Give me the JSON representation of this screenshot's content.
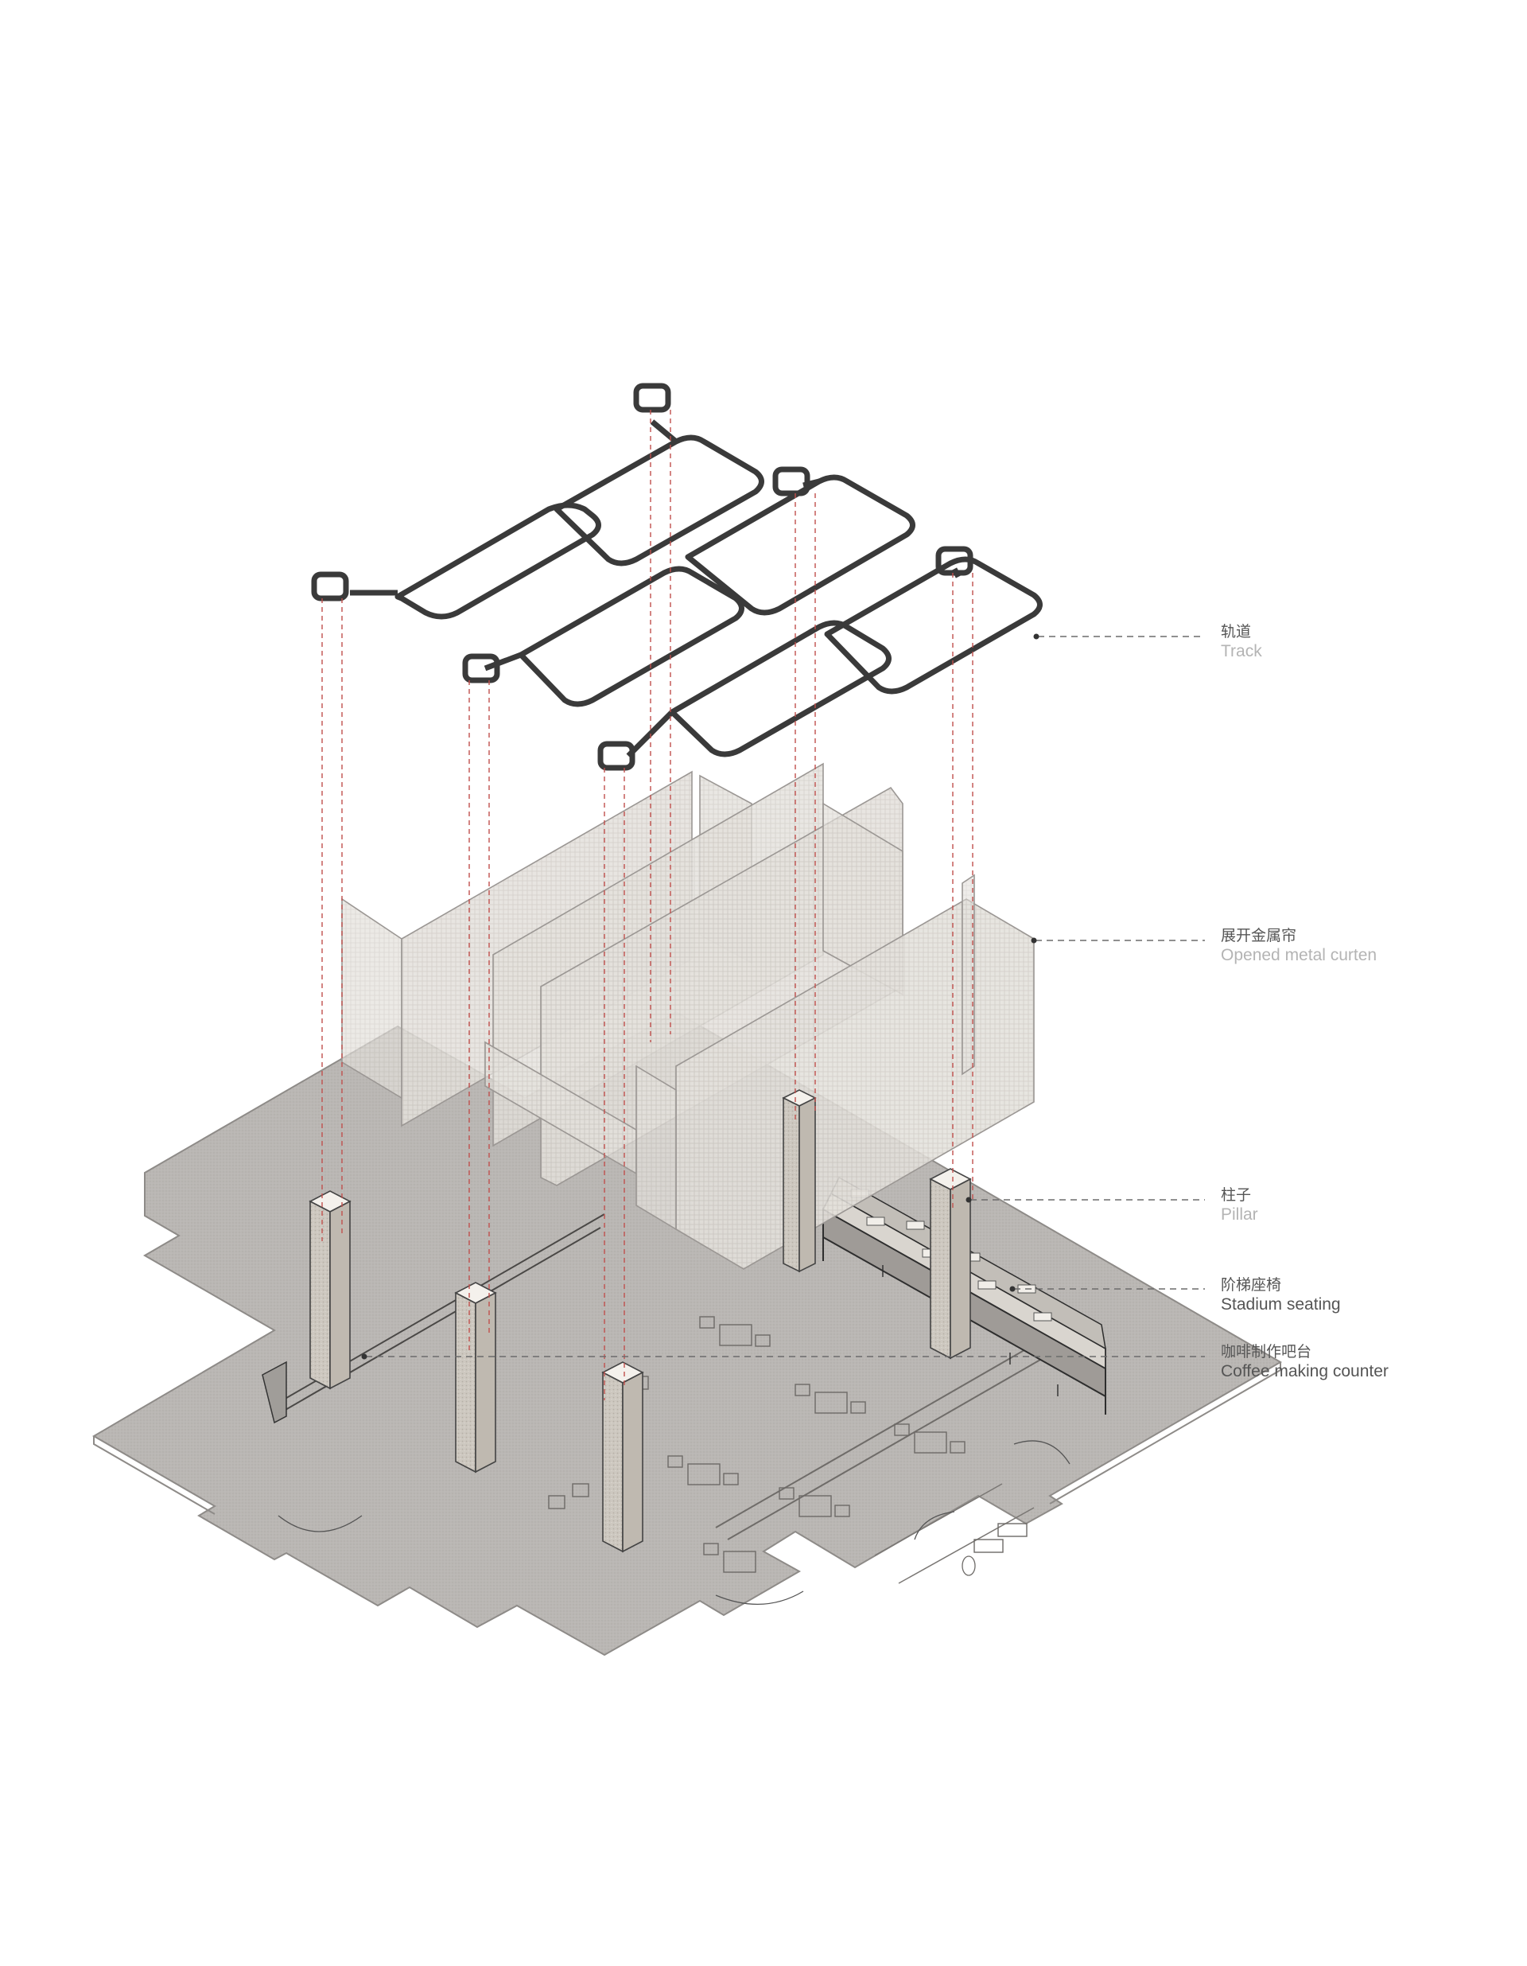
{
  "labels": {
    "track": {
      "zh": "轨道",
      "en": "Track"
    },
    "curtain": {
      "zh": "展开金属帘",
      "en": "Opened metal curten"
    },
    "pillar": {
      "zh": "柱子",
      "en": "Pillar"
    },
    "seating": {
      "zh": "阶梯座椅",
      "en": "Stadium seating"
    },
    "counter": {
      "zh": "咖啡制作吧台",
      "en": "Coffee making counter"
    }
  },
  "colors": {
    "floor": "#b9b6b3",
    "floor_edge": "#8e8b88",
    "track": "#3a3a3a",
    "curtain_fill": "#e6e3df",
    "curtain_edge": "#9b9794",
    "pillar_face": "#cfcac2",
    "leader": "#6c6c6c",
    "label_zh": "#555555",
    "label_en_faint": "#b4b4b4",
    "label_en_dark": "#555555",
    "projection": "#c0504d"
  }
}
